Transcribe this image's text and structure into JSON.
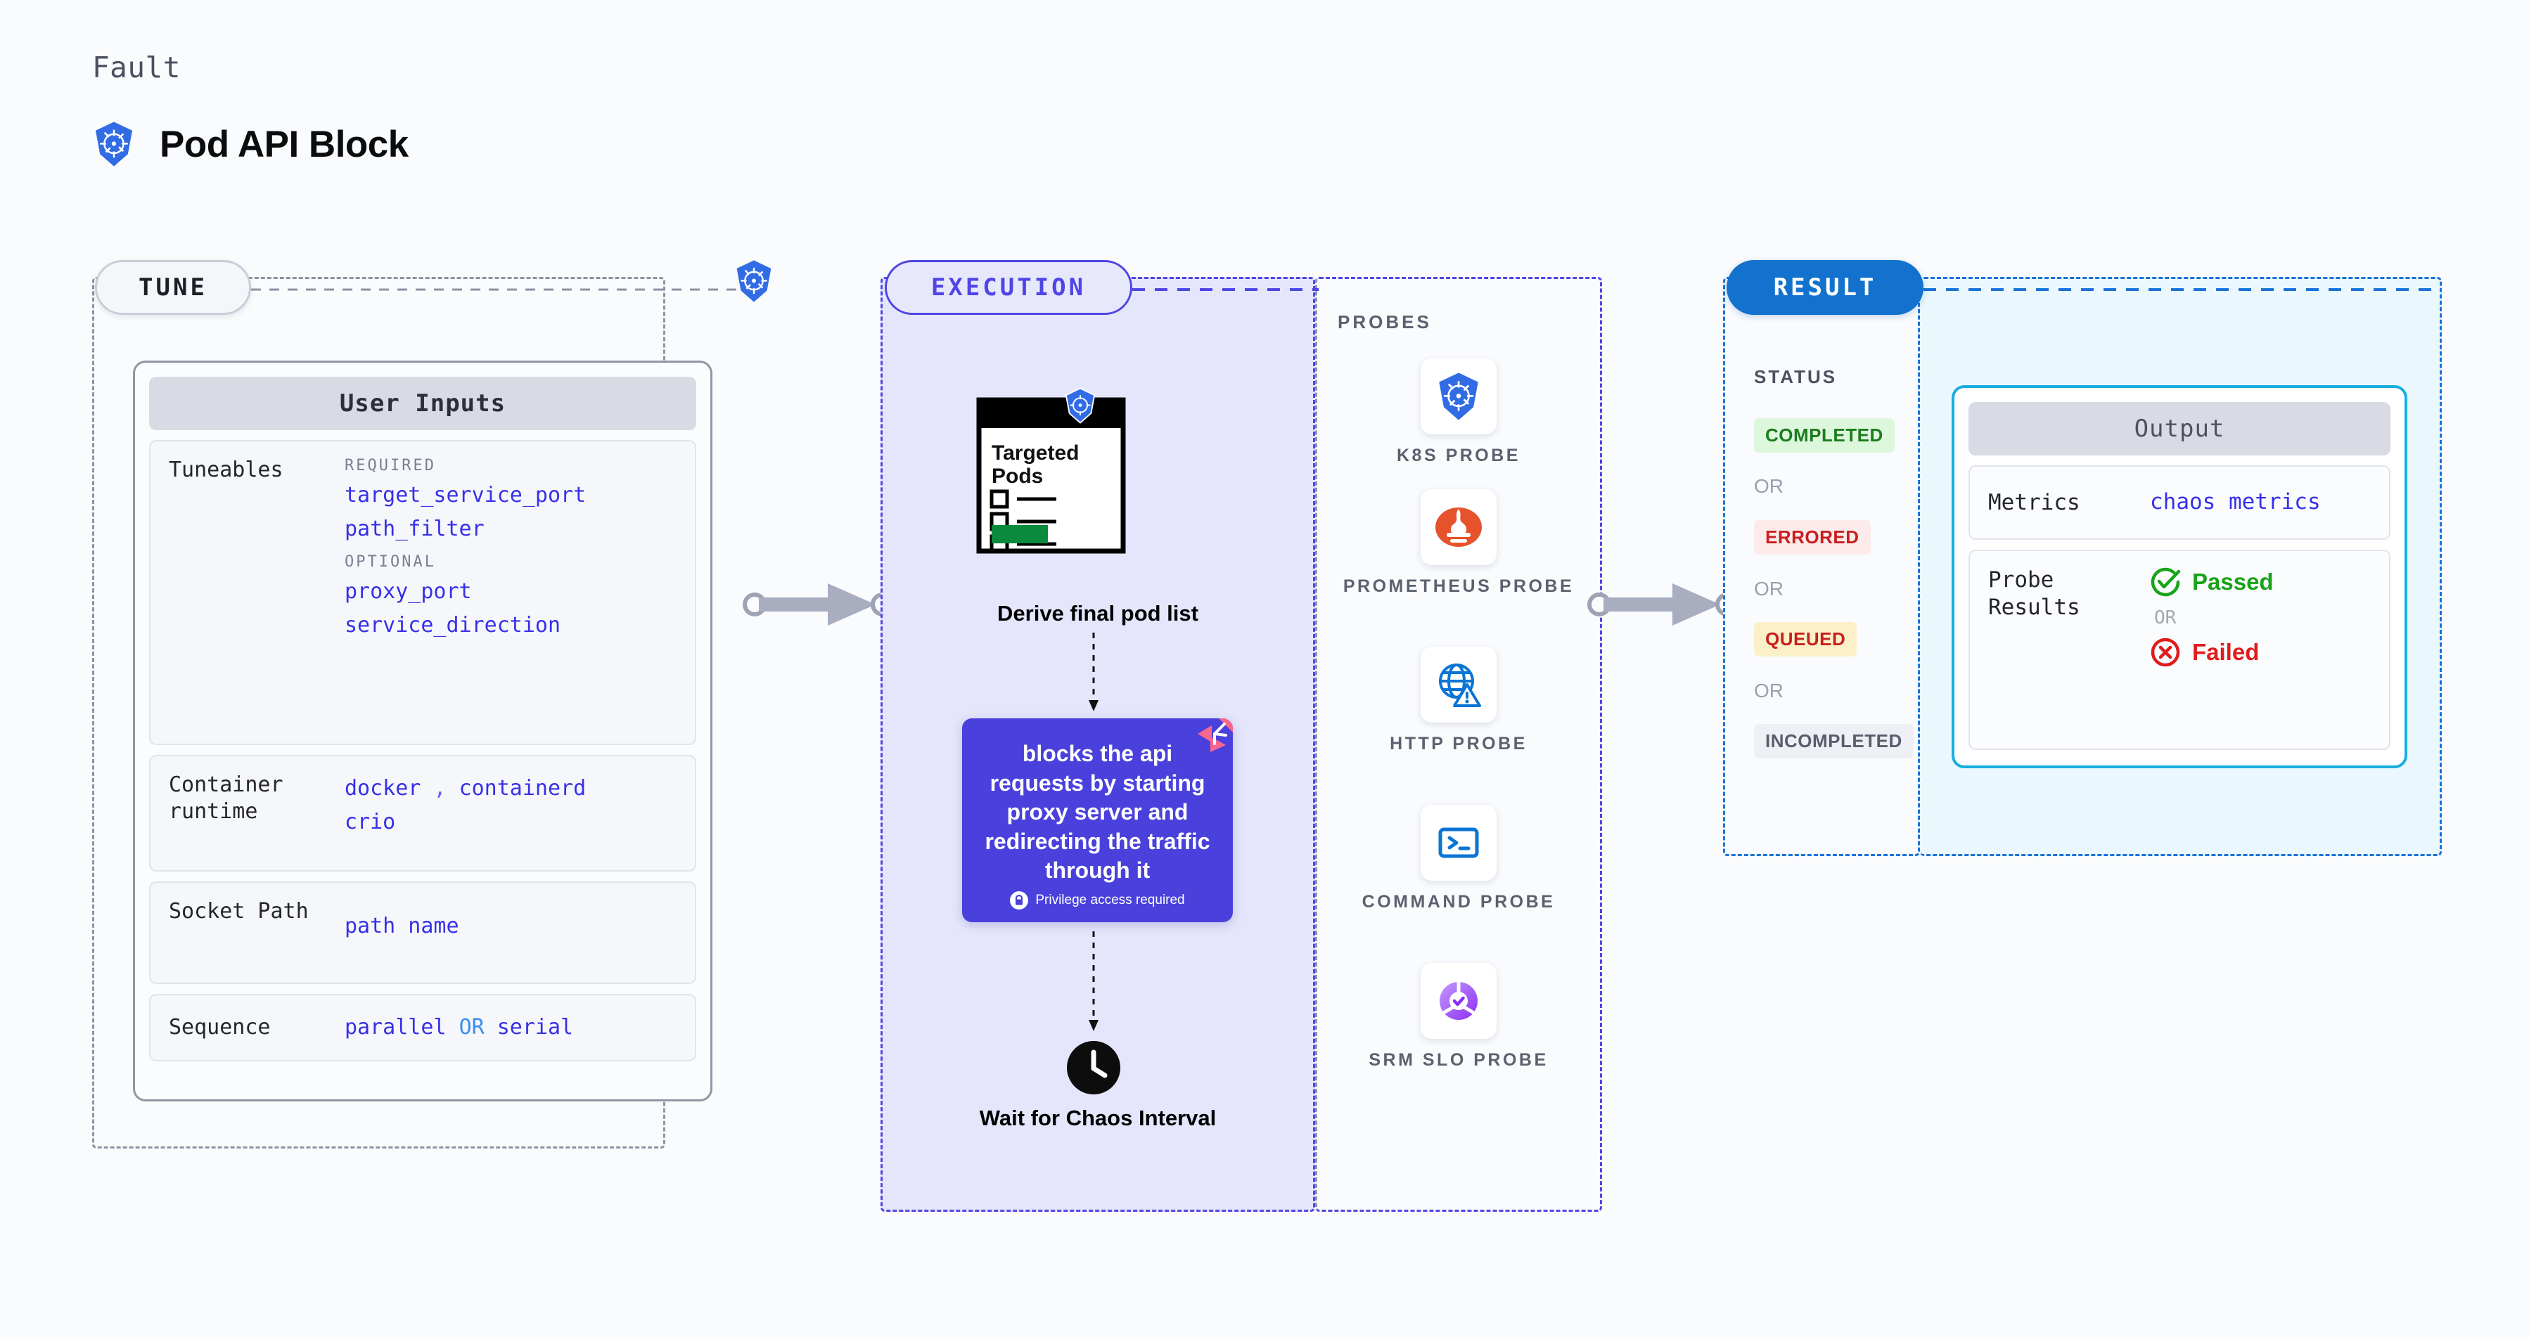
{
  "header": {
    "kicker": "Fault",
    "title": "Pod API Block",
    "icon": "kubernetes-icon"
  },
  "tune": {
    "pill": "TUNE",
    "card_title": "User Inputs",
    "rows": [
      {
        "key": "Tuneables",
        "groups": [
          {
            "tag": "REQUIRED",
            "values": [
              "target_service_port",
              "path_filter"
            ]
          },
          {
            "tag": "OPTIONAL",
            "values": [
              "proxy_port",
              "service_direction"
            ]
          }
        ]
      },
      {
        "key": "Container runtime",
        "key_line1": "Container",
        "key_line2": "runtime",
        "values": [
          "docker",
          ",",
          "containerd",
          "crio"
        ]
      },
      {
        "key": "Socket Path",
        "values": [
          "path name"
        ]
      },
      {
        "key": "Sequence",
        "values": [
          "parallel",
          "OR",
          "serial"
        ]
      }
    ]
  },
  "execution": {
    "pill": "EXECUTION",
    "pod_card_title": "Targeted Pods",
    "derive_label": "Derive final pod list",
    "action_text": "blocks the api requests by starting proxy server and redirecting the traffic through it",
    "privilege_note": "Privilege access required",
    "wait_label": "Wait for Chaos Interval"
  },
  "probes": {
    "title": "PROBES",
    "items": [
      {
        "label": "K8S PROBE",
        "icon": "kubernetes-icon"
      },
      {
        "label": "PROMETHEUS PROBE",
        "icon": "prometheus-icon"
      },
      {
        "label": "HTTP PROBE",
        "icon": "http-globe-icon"
      },
      {
        "label": "COMMAND PROBE",
        "icon": "terminal-icon"
      },
      {
        "label": "SRM SLO PROBE",
        "icon": "srm-slo-icon"
      }
    ]
  },
  "result": {
    "pill": "RESULT",
    "status_title": "STATUS",
    "or_label": "OR",
    "statuses": [
      {
        "label": "COMPLETED",
        "bg": "#ddf7dd",
        "fg": "#1c7c1c"
      },
      {
        "label": "ERRORED",
        "bg": "#fdeaea",
        "fg": "#c81f1f"
      },
      {
        "label": "QUEUED",
        "bg": "#fcf0c8",
        "fg": "#c81f1f"
      },
      {
        "label": "INCOMPLETED",
        "bg": "#eff0f5",
        "fg": "#585e6b"
      }
    ],
    "output": {
      "card_title": "Output",
      "metrics_key": "Metrics",
      "metrics_value": "chaos metrics",
      "probe_results_key_line1": "Probe",
      "probe_results_key_line2": "Results",
      "passed_label": "Passed",
      "or_label": "OR",
      "failed_label": "Failed"
    }
  },
  "colors": {
    "background": "#f9fbfd",
    "tune_border": "#8d93a3",
    "execution_border": "#4f46e5",
    "execution_fill": "#e5e6fb",
    "result_border": "#1a73d8",
    "output_fill": "#eaf8fd",
    "accent_blue": "#3730e8",
    "k8s_blue": "#326ce5",
    "purple_card": "#4a41dd",
    "litmus_pink": "#f8678f",
    "passed_green": "#18a319",
    "failed_red": "#e01b1b"
  }
}
